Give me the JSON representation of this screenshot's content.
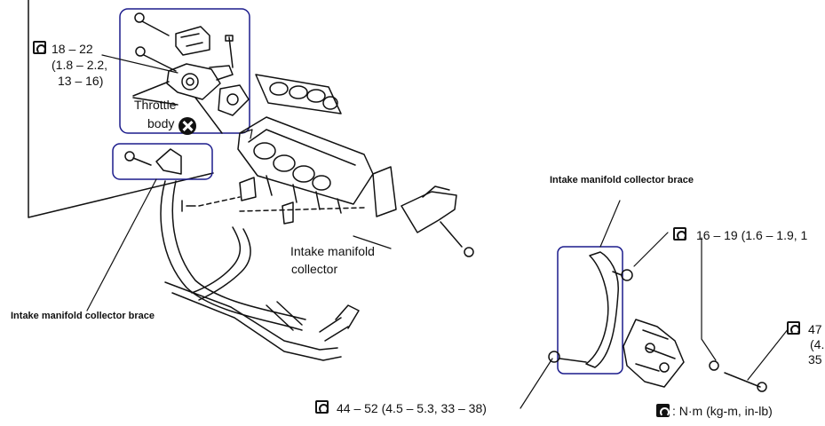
{
  "labels": {
    "torque_top_1": "18 – 22",
    "torque_top_2": "(1.8 – 2.2,",
    "torque_top_3": "13 – 16)",
    "throttle_1": "Throttle",
    "throttle_2": "body",
    "brace_left": "Intake manifold collector brace",
    "collector_1": "Intake manifold",
    "collector_2": "collector",
    "brace_right": "Intake manifold collector brace",
    "torque_right_1": "16 – 19 (1.6 – 1.9, 1",
    "torque_far_1": "47",
    "torque_far_2": "(4.",
    "torque_far_3": "35",
    "torque_bottom": "44 – 52 (4.5 – 5.3, 33 – 38)",
    "legend_units": ": N·m (kg-m, in-lb)"
  },
  "icons": [
    "torque-wrench-icon",
    "discard-x-icon",
    "torque-legend-icon"
  ],
  "colors": {
    "ink": "#111111",
    "highlight_box": "#1c1c8c"
  }
}
